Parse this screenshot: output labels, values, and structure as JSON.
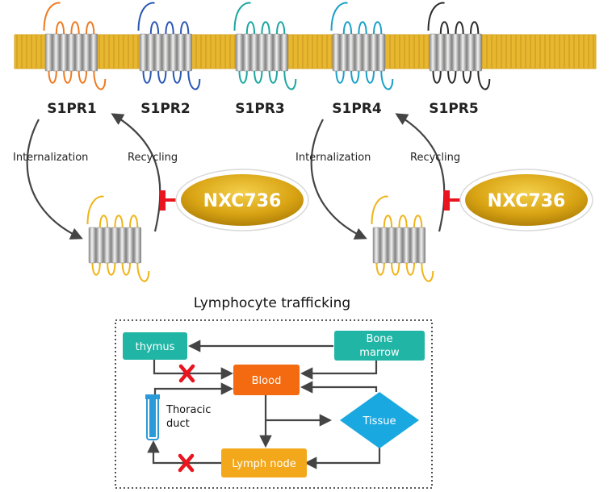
{
  "receptors": [
    {
      "name": "S1PR1",
      "color": "#f07a20"
    },
    {
      "name": "S1PR2",
      "color": "#2a57b5"
    },
    {
      "name": "S1PR3",
      "color": "#1aa7a0"
    },
    {
      "name": "S1PR4",
      "color": "#1aa0c8"
    },
    {
      "name": "S1PR5",
      "color": "#2b2b2b"
    }
  ],
  "cycle_left": {
    "internalization": "Internalization",
    "recycling": "Recycling",
    "drug": "NXC736"
  },
  "cycle_right": {
    "internalization": "Internalization",
    "recycling": "Recycling",
    "drug": "NXC736"
  },
  "trafficking": {
    "title": "Lymphocyte trafficking",
    "thymus": "thymus",
    "bone_marrow_1": "Bone",
    "bone_marrow_2": "marrow",
    "blood": "Blood",
    "tissue": "Tissue",
    "lymph_node": "Lymph node",
    "thoracic_1": "Thoracic",
    "thoracic_2": "duct"
  },
  "colors": {
    "membrane": "#e8b730",
    "internalized_loops": "#f0b418",
    "inhibit": "#e8141e",
    "teal_box": "#20b5a5",
    "blood": "#f46a10",
    "tissue": "#1aa8e0",
    "lymph_node": "#f3a81c",
    "duct": "#2a9ad8",
    "block_x": "#e8141e"
  }
}
